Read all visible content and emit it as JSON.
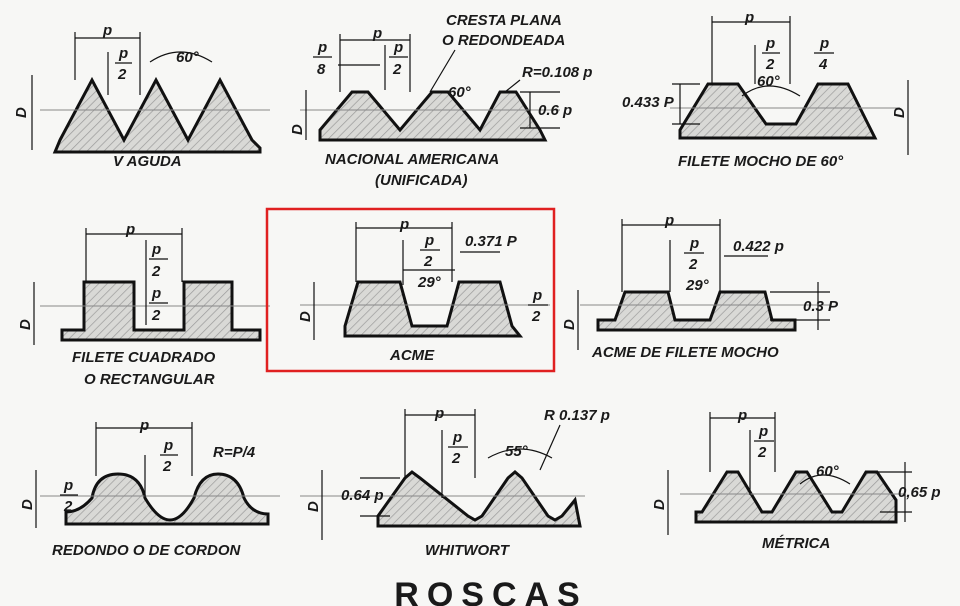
{
  "colors": {
    "background": "#f7f7f5",
    "line": "#111111",
    "highlight": "#e02020",
    "hatch": "#9a9a9a"
  },
  "threads": {
    "v_aguda": {
      "caption": "V AGUDA",
      "p": "p",
      "p_half_num": "p",
      "p_half_den": "2",
      "angle": "60°",
      "D": "D"
    },
    "nacional": {
      "caption_1": "NACIONAL AMERICANA",
      "caption_2": "(UNIFICADA)",
      "p": "p",
      "p8_num": "p",
      "p8_den": "8",
      "p2_num": "p",
      "p2_den": "2",
      "crest_1": "CRESTA PLANA",
      "crest_2": "O REDONDEADA",
      "angle": "60°",
      "radius": "R=0.108 p",
      "depth": "0.6 p",
      "D": "D"
    },
    "mocho60": {
      "caption": "FILETE MOCHO DE 60°",
      "p": "p",
      "p2_num": "p",
      "p2_den": "2",
      "p4_num": "p",
      "p4_den": "4",
      "angle": "60°",
      "depth": "0.433 P",
      "D": "D"
    },
    "cuadrado": {
      "caption_1": "FILETE CUADRADO",
      "caption_2": "O RECTANGULAR",
      "p": "p",
      "p2a_num": "p",
      "p2a_den": "2",
      "p2b_num": "p",
      "p2b_den": "2",
      "D": "D"
    },
    "acme": {
      "caption": "ACME",
      "p": "p",
      "p2_num": "p",
      "p2_den": "2",
      "width": "0.371 P",
      "angle": "29°",
      "depth_num": "p",
      "depth_den": "2",
      "D": "D"
    },
    "acme_mocho": {
      "caption": "ACME DE FILETE MOCHO",
      "p": "p",
      "p2_num": "p",
      "p2_den": "2",
      "width": "0.422 p",
      "angle": "29°",
      "depth": "0.3 P",
      "D": "D"
    },
    "redondo": {
      "caption": "REDONDO O DE CORDON",
      "p": "p",
      "p2_num": "p",
      "p2_den": "2",
      "radius": "R=P/4",
      "depth_num": "p",
      "depth_den": "2",
      "D": "D"
    },
    "whitwort": {
      "caption": "WHITWORT",
      "p": "p",
      "p2_num": "p",
      "p2_den": "2",
      "angle": "55°",
      "radius": "R 0.137 p",
      "depth": "0.64 p",
      "D": "D"
    },
    "metrica": {
      "caption": "MÉTRICA",
      "p": "p",
      "p2_num": "p",
      "p2_den": "2",
      "angle": "60°",
      "depth": "0,65 p",
      "D": "D"
    }
  },
  "footer": "ROSCAS"
}
